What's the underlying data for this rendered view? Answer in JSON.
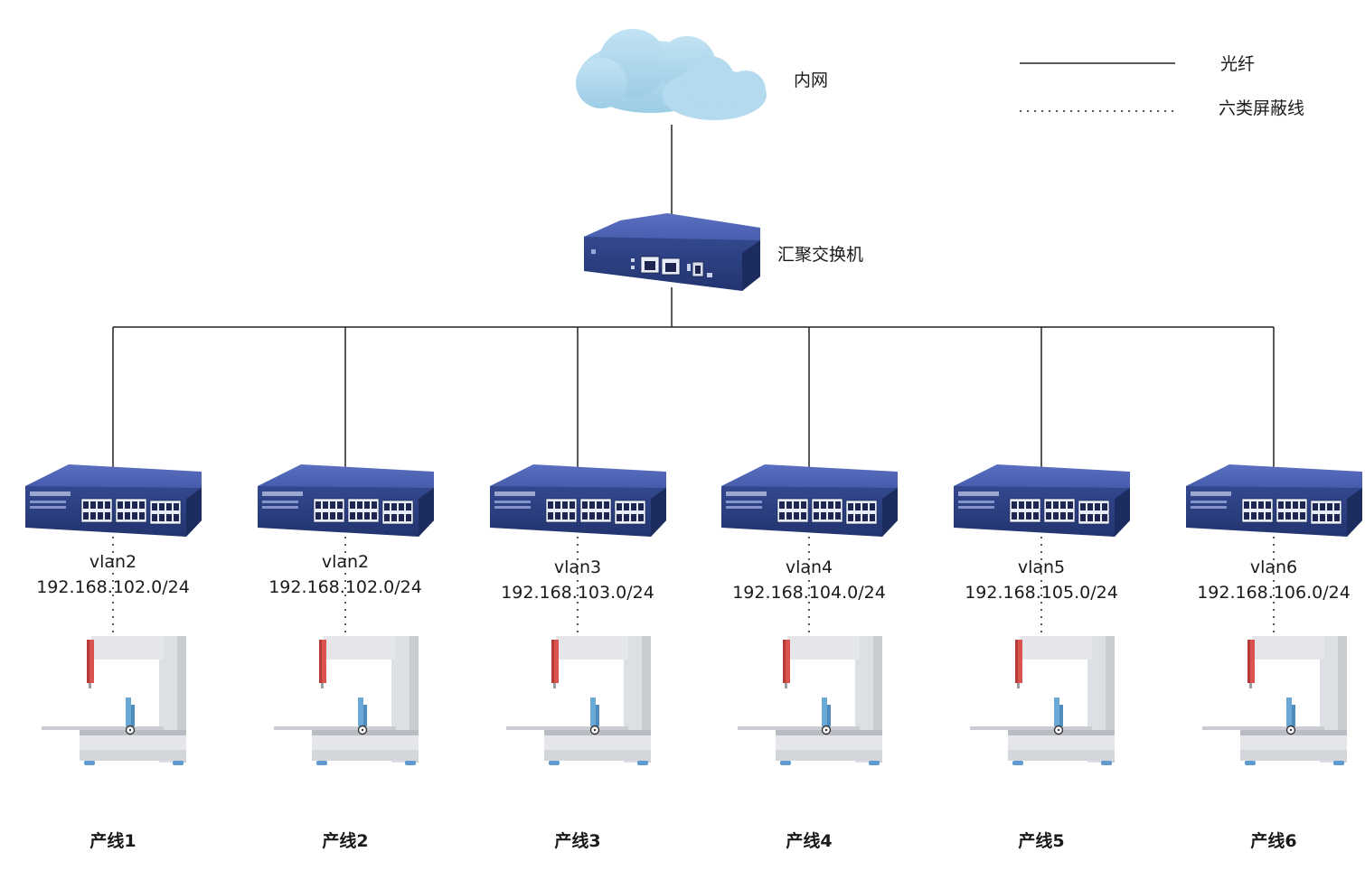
{
  "legend": {
    "fiber_label": "光纤",
    "cat6_label": "六类屏蔽线"
  },
  "nodes": {
    "intranet_label": "内网",
    "aggregation_switch_label": "汇聚交换机"
  },
  "lines": [
    {
      "vlan": "vlan2",
      "subnet": "192.168.102.0/24",
      "name": "产线1"
    },
    {
      "vlan": "vlan2",
      "subnet": "192.168.102.0/24",
      "name": "产线2"
    },
    {
      "vlan": "vlan3",
      "subnet": "192.168.103.0/24",
      "name": "产线3"
    },
    {
      "vlan": "vlan4",
      "subnet": "192.168.104.0/24",
      "name": "产线4"
    },
    {
      "vlan": "vlan5",
      "subnet": "192.168.105.0/24",
      "name": "产线5"
    },
    {
      "vlan": "vlan6",
      "subnet": "192.168.106.0/24",
      "name": "产线6"
    }
  ],
  "colors": {
    "cloud": "#a9d6ec",
    "switch_blue": "#3b4f9c",
    "machine_frame": "#dcdfe3",
    "machine_red": "#d9534f",
    "machine_blue": "#6aa9d6"
  },
  "icons": [
    "cloud-icon",
    "switch-icon",
    "machine-icon"
  ]
}
